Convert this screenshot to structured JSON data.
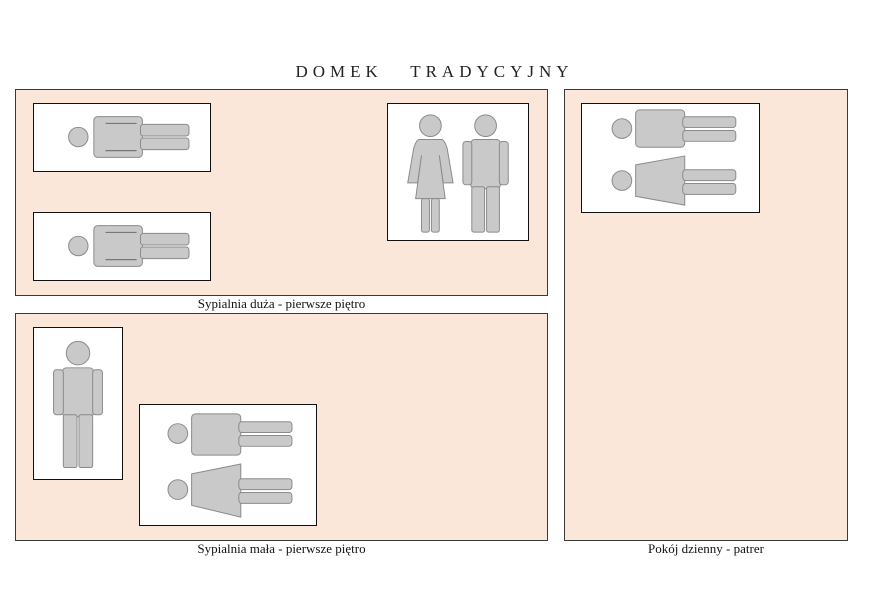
{
  "document": {
    "title": "DOMEK   TRADYCYJNY"
  },
  "rooms": {
    "big_bedroom": {
      "caption": "Sypialnia duża - pierwsze piętro"
    },
    "small_bedroom": {
      "caption": "Sypialnia mała - pierwsze piętro"
    },
    "living_room": {
      "caption": "Pokój dzienny - patrer"
    }
  },
  "icons": {
    "lying_person": "person-lying-icon",
    "standing_woman": "woman-standing-icon",
    "standing_man": "man-standing-icon",
    "lying_couple": "couple-lying-icon"
  },
  "colors": {
    "room_fill": "#fbe7da",
    "figure_fill": "#c9c9c9",
    "figure_line": "#8a8a8a"
  }
}
